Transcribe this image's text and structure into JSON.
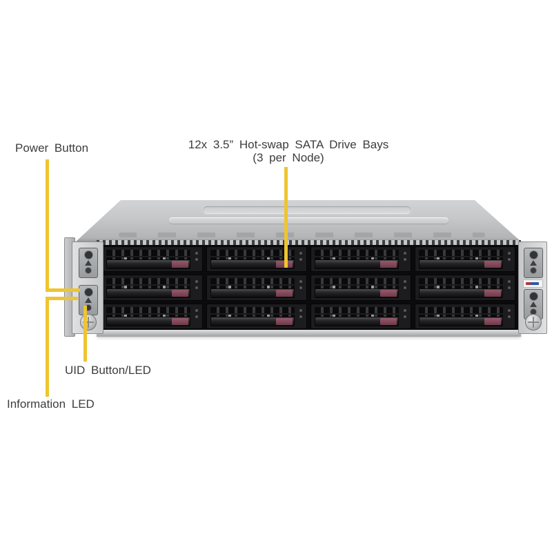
{
  "figure": {
    "background": "#ffffff",
    "callout_line_color": "#efc42f",
    "label_text_color": "#3c3c3c"
  },
  "labels": {
    "power_button": "Power Button",
    "drive_bays_line1": "12x 3.5” Hot-swap SATA Drive Bays",
    "drive_bays_line2": "(3 per Node)",
    "uid_button": "UID Button/LED",
    "information_led": "Information LED"
  },
  "chassis": {
    "columns": 4,
    "rows": 3,
    "total_bays": 12,
    "colors": {
      "top_panel": "#c6c7c9",
      "front_face": "#0b0b0d",
      "tray": "#1c1c1e",
      "latch": "#6f3a49",
      "latch_highlight": "#95596a",
      "ear": "#d6d8da"
    },
    "icons": {
      "power_button": "power-button",
      "information_led": "warning-triangle-icon",
      "uid_button": "uid-button",
      "thumbscrew": "thumbscrew-icon",
      "logo": "supermicro-logo"
    }
  }
}
